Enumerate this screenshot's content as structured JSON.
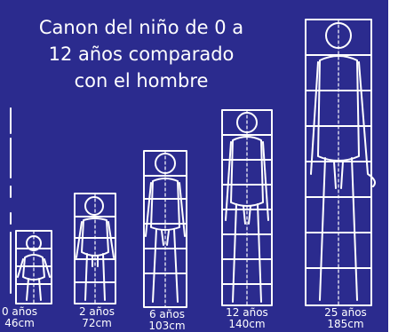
{
  "title": {
    "line1": "Canon del niño de 0 a",
    "line2": "12 años comparado",
    "line3": "con el hombre"
  },
  "colors": {
    "background": "#2b2b8e",
    "foreground": "#ffffff"
  },
  "figures": [
    {
      "age": "0 años",
      "height": "46cm"
    },
    {
      "age": "2 años",
      "height": "72cm"
    },
    {
      "age": "6 años",
      "height": "103cm"
    },
    {
      "age": "12 años",
      "height": "140cm"
    },
    {
      "age": "25 años",
      "height": "185cm"
    }
  ]
}
